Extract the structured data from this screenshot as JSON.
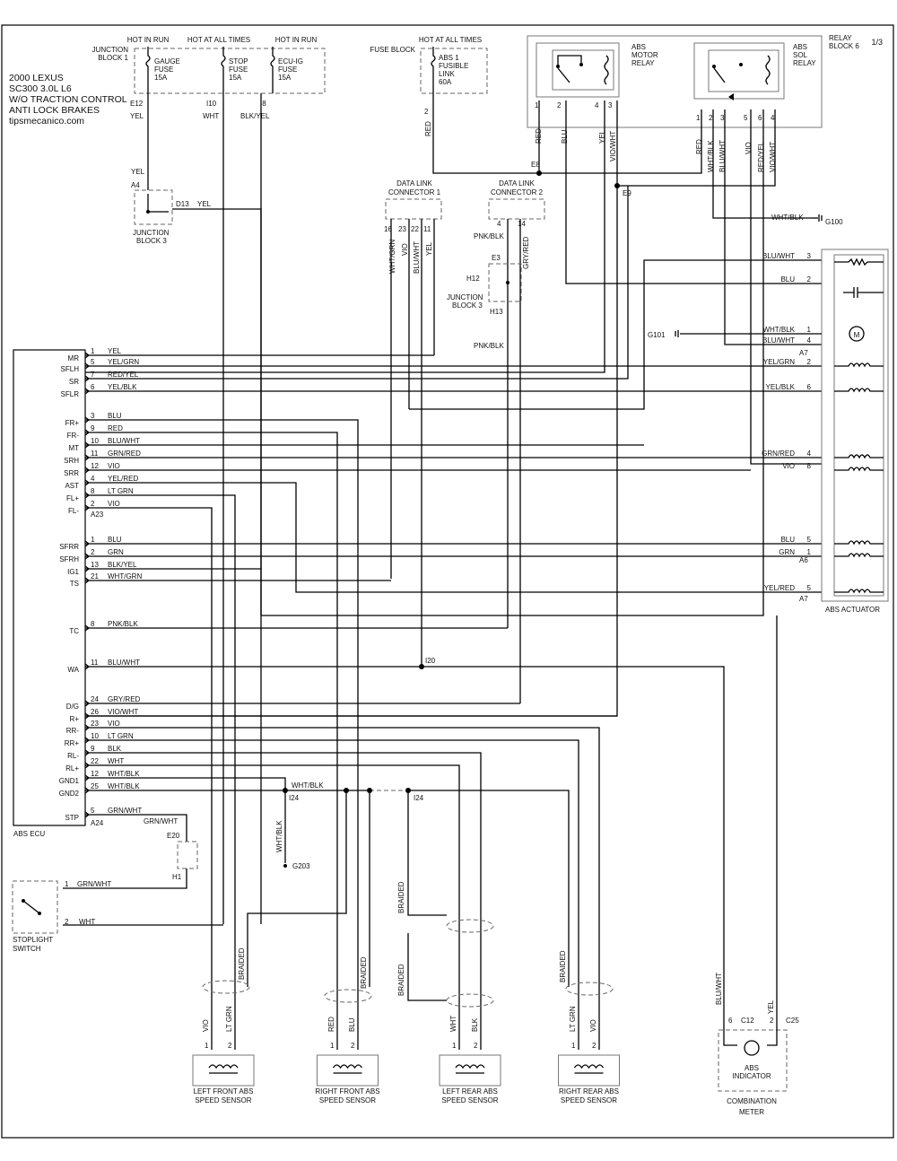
{
  "title": {
    "line1": "2000 LEXUS",
    "line2": "SC300  3.0L  L6",
    "line3": "W/O  TRACTION CONTROL",
    "line4": "ANTI LOCK BRAKES",
    "site": "tipsmecanico.com"
  },
  "page_number": "1/3",
  "power": {
    "hot_in_run": "HOT IN RUN",
    "hot_at_all_times": "HOT AT ALL TIMES",
    "junction_block_1": [
      "JUNCTION",
      "BLOCK 1"
    ],
    "fuse_block": "FUSE BLOCK",
    "relay_block": [
      "RELAY",
      "BLOCK 6"
    ],
    "gauge_fuse": [
      "GAUGE",
      "FUSE",
      "15A"
    ],
    "stop_fuse": [
      "STOP",
      "FUSE",
      "15A"
    ],
    "ecuig_fuse": [
      "ECU-IG",
      "FUSE",
      "15A"
    ],
    "abs1_link": [
      "ABS 1",
      "FUSIBLE",
      "LINK",
      "60A"
    ],
    "pin_e12": "E12",
    "pin_i10": "I10",
    "pin_i8": "I8",
    "pin_2": "2"
  },
  "relays": {
    "motor": [
      "ABS",
      "MOTOR",
      "RELAY"
    ],
    "sol": [
      "ABS",
      "SOL",
      "RELAY"
    ],
    "motor_pins": [
      "1",
      "2",
      "4",
      "3"
    ],
    "sol_pins": [
      "1",
      "2",
      "3",
      "5",
      "6",
      "4"
    ],
    "motor_wires": [
      "RED",
      "BLU",
      "YEL",
      "VIO/WHT"
    ],
    "sol_wires": [
      "RED",
      "WHT/BLK",
      "BLU/WHT",
      "VIO",
      "RED/YEL",
      "VIO/WHT"
    ]
  },
  "connectors": {
    "jb3_top": [
      "JUNCTION",
      "BLOCK 3"
    ],
    "jb3_mid": [
      "JUNCTION",
      "BLOCK 3"
    ],
    "dlc1": [
      "DATA LINK",
      "CONNECTOR 1"
    ],
    "dlc2": [
      "DATA LINK",
      "CONNECTOR 2"
    ],
    "dlc1_pins": [
      "16",
      "23",
      "22",
      "11"
    ],
    "dlc1_wires": [
      "WHT/GRN",
      "VIO",
      "BLU/WHT",
      "YEL"
    ],
    "dlc2_pins": [
      "4",
      "14"
    ],
    "dlc2_wires": [
      "PNK/BLK",
      "GRY/RED"
    ],
    "splices": {
      "e8": "E8",
      "e9": "E9",
      "a4": "A4",
      "d13": "D13",
      "e3": "E3",
      "h12": "H12",
      "h13": "H13",
      "i20": "I20",
      "i24a": "I24",
      "i24b": "I24",
      "e20": "E20",
      "h1": "H1"
    },
    "grounds": {
      "g100": "G100",
      "g101": "G101",
      "g203": "G203"
    },
    "misc_wires": {
      "yel": "YEL",
      "whtblk": "WHT/BLK",
      "pnkblk": "PNK/BLK",
      "red": "RED",
      "wht": "WHT",
      "blkyel": "BLK/YEL",
      "grnwht": "GRN/WHT"
    }
  },
  "ecu": {
    "name": "ABS ECU",
    "pins": [
      {
        "label": "MR",
        "num": "1",
        "wire": "YEL"
      },
      {
        "label": "SFLH",
        "num": "5",
        "wire": "YEL/GRN"
      },
      {
        "label": "SR",
        "num": "7",
        "wire": "RED/YEL"
      },
      {
        "label": "SFLR",
        "num": "6",
        "wire": "YEL/BLK"
      },
      {
        "label": "FR+",
        "num": "3",
        "wire": "BLU"
      },
      {
        "label": "FR-",
        "num": "9",
        "wire": "RED"
      },
      {
        "label": "MT",
        "num": "10",
        "wire": "BLU/WHT"
      },
      {
        "label": "SRH",
        "num": "11",
        "wire": "GRN/RED"
      },
      {
        "label": "SRR",
        "num": "12",
        "wire": "VIO"
      },
      {
        "label": "AST",
        "num": "4",
        "wire": "YEL/RED"
      },
      {
        "label": "FL+",
        "num": "8",
        "wire": "LT GRN"
      },
      {
        "label": "FL-",
        "num": "2",
        "wire": "VIO"
      },
      {
        "label": "SFRR",
        "num": "1",
        "wire": "BLU"
      },
      {
        "label": "SFRH",
        "num": "2",
        "wire": "GRN"
      },
      {
        "label": "IG1",
        "num": "13",
        "wire": "BLK/YEL"
      },
      {
        "label": "TS",
        "num": "21",
        "wire": "WHT/GRN"
      },
      {
        "label": "TC",
        "num": "8",
        "wire": "PNK/BLK"
      },
      {
        "label": "WA",
        "num": "11",
        "wire": "BLU/WHT"
      },
      {
        "label": "D/G",
        "num": "24",
        "wire": "GRY/RED"
      },
      {
        "label": "R+",
        "num": "26",
        "wire": "VIO/WHT"
      },
      {
        "label": "RR-",
        "num": "23",
        "wire": "VIO"
      },
      {
        "label": "RR+",
        "num": "10",
        "wire": "LT GRN"
      },
      {
        "label": "RL-",
        "num": "9",
        "wire": "BLK"
      },
      {
        "label": "RL+",
        "num": "22",
        "wire": "WHT"
      },
      {
        "label": "GND1",
        "num": "12",
        "wire": "WHT/BLK"
      },
      {
        "label": "GND2",
        "num": "25",
        "wire": "WHT/BLK"
      },
      {
        "label": "STP",
        "num": "5",
        "wire": "GRN/WHT"
      }
    ],
    "conn_a23": "A23",
    "conn_a24": "A24"
  },
  "actuator": {
    "name": "ABS ACTUATOR",
    "pins": [
      {
        "wire": "BLU/WHT",
        "num": "3"
      },
      {
        "wire": "BLU",
        "num": "2"
      },
      {
        "wire": "WHT/BLK",
        "num": "1"
      },
      {
        "wire": "BLU/WHT",
        "num": "4"
      },
      {
        "wire": "YEL/GRN",
        "num": "2"
      },
      {
        "wire": "YEL/BLK",
        "num": "6"
      },
      {
        "wire": "GRN/RED",
        "num": "4"
      },
      {
        "wire": "VIO",
        "num": "8"
      },
      {
        "wire": "BLU",
        "num": "5"
      },
      {
        "wire": "GRN",
        "num": "1"
      },
      {
        "wire": "YEL/RED",
        "num": "5"
      }
    ],
    "conn_a7": "A7",
    "conn_a6": "A6",
    "motor": "M"
  },
  "sensors": [
    {
      "name": [
        "LEFT FRONT ABS",
        "SPEED SENSOR"
      ],
      "wires": [
        "VIO",
        "LT GRN"
      ],
      "pins": [
        "1",
        "2"
      ]
    },
    {
      "name": [
        "RIGHT FRONT ABS",
        "SPEED SENSOR"
      ],
      "wires": [
        "RED",
        "BLU"
      ],
      "pins": [
        "1",
        "2"
      ]
    },
    {
      "name": [
        "LEFT REAR ABS",
        "SPEED SENSOR"
      ],
      "wires": [
        "WHT",
        "BLK"
      ],
      "pins": [
        "1",
        "2"
      ]
    },
    {
      "name": [
        "RIGHT REAR ABS",
        "SPEED SENSOR"
      ],
      "wires": [
        "LT GRN",
        "VIO"
      ],
      "pins": [
        "1",
        "2"
      ]
    }
  ],
  "braided": "BRAIDED",
  "stoplight": {
    "name": [
      "STOPLIGHT",
      "SWITCH"
    ],
    "pin1": "1",
    "pin2": "2",
    "wire1": "GRN/WHT",
    "wire2": "WHT"
  },
  "meter": {
    "name": [
      "COMBINATION",
      "METER"
    ],
    "indicator": [
      "ABS",
      "INDICATOR"
    ],
    "pin6": "6",
    "c12": "C12",
    "pin2": "2",
    "c25": "C25",
    "wire1": "BLU/WHT",
    "wire2": "YEL"
  }
}
